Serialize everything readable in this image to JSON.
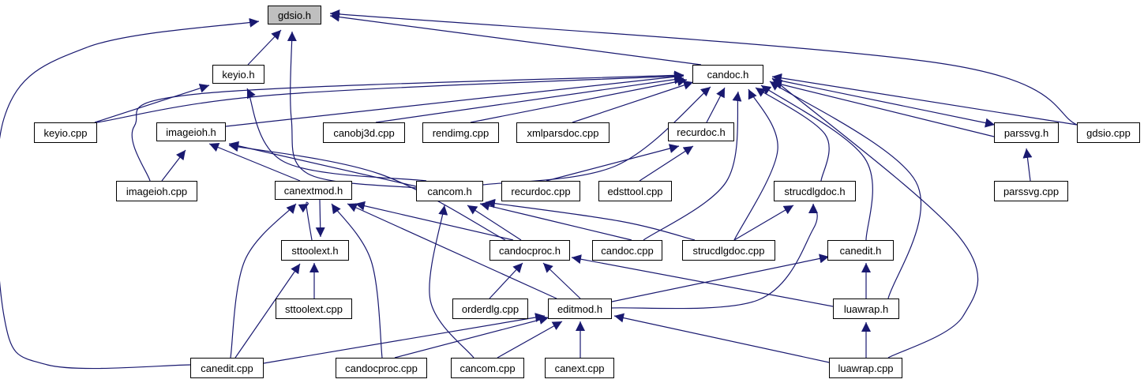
{
  "diagram": {
    "type": "include-dependency-graph",
    "edge_color": "#191970",
    "focus_fill": "#bfbfbf",
    "nodes": [
      {
        "id": "gdsio_h",
        "label": "gdsio.h",
        "focus": true
      },
      {
        "id": "keyio_h",
        "label": "keyio.h"
      },
      {
        "id": "candoc_h",
        "label": "candoc.h"
      },
      {
        "id": "keyio_cpp",
        "label": "keyio.cpp"
      },
      {
        "id": "imageioh_h",
        "label": "imageioh.h"
      },
      {
        "id": "canobj3d_cpp",
        "label": "canobj3d.cpp"
      },
      {
        "id": "rendimg_cpp",
        "label": "rendimg.cpp"
      },
      {
        "id": "xmlparsdoc_cpp",
        "label": "xmlparsdoc.cpp"
      },
      {
        "id": "recurdoc_h",
        "label": "recurdoc.h"
      },
      {
        "id": "parssvg_h",
        "label": "parssvg.h"
      },
      {
        "id": "gdsio_cpp",
        "label": "gdsio.cpp"
      },
      {
        "id": "imageioh_cpp",
        "label": "imageioh.cpp"
      },
      {
        "id": "canextmod_h",
        "label": "canextmod.h"
      },
      {
        "id": "cancom_h",
        "label": "cancom.h"
      },
      {
        "id": "recurdoc_cpp",
        "label": "recurdoc.cpp"
      },
      {
        "id": "edsttool_cpp",
        "label": "edsttool.cpp"
      },
      {
        "id": "strucdlgdoc_h",
        "label": "strucdlgdoc.h"
      },
      {
        "id": "parssvg_cpp",
        "label": "parssvg.cpp"
      },
      {
        "id": "sttoolext_h",
        "label": "sttoolext.h"
      },
      {
        "id": "candocproc_h",
        "label": "candocproc.h"
      },
      {
        "id": "candoc_cpp",
        "label": "candoc.cpp"
      },
      {
        "id": "strucdlgdoc_cpp",
        "label": "strucdlgdoc.cpp"
      },
      {
        "id": "canedit_h",
        "label": "canedit.h"
      },
      {
        "id": "sttoolext_cpp",
        "label": "sttoolext.cpp"
      },
      {
        "id": "orderdlg_cpp",
        "label": "orderdlg.cpp"
      },
      {
        "id": "editmod_h",
        "label": "editmod.h"
      },
      {
        "id": "luawrap_h",
        "label": "luawrap.h"
      },
      {
        "id": "canedit_cpp",
        "label": "canedit.cpp"
      },
      {
        "id": "candocproc_cpp",
        "label": "candocproc.cpp"
      },
      {
        "id": "cancom_cpp",
        "label": "cancom.cpp"
      },
      {
        "id": "canext_cpp",
        "label": "canext.cpp"
      },
      {
        "id": "luawrap_cpp",
        "label": "luawrap.cpp"
      }
    ],
    "edges": [
      [
        "keyio_h",
        "gdsio_h"
      ],
      [
        "candoc_h",
        "gdsio_h"
      ],
      [
        "gdsio_cpp",
        "gdsio_h"
      ],
      [
        "cancom_h",
        "gdsio_h"
      ],
      [
        "canedit_cpp",
        "gdsio_h"
      ],
      [
        "keyio_cpp",
        "keyio_h"
      ],
      [
        "cancom_h",
        "keyio_h"
      ],
      [
        "keyio_cpp",
        "candoc_h"
      ],
      [
        "imageioh_h",
        "candoc_h"
      ],
      [
        "canobj3d_cpp",
        "candoc_h"
      ],
      [
        "rendimg_cpp",
        "candoc_h"
      ],
      [
        "xmlparsdoc_cpp",
        "candoc_h"
      ],
      [
        "recurdoc_h",
        "candoc_h"
      ],
      [
        "parssvg_h",
        "candoc_h"
      ],
      [
        "gdsio_cpp",
        "candoc_h"
      ],
      [
        "imageioh_cpp",
        "candoc_h"
      ],
      [
        "cancom_h",
        "candoc_h"
      ],
      [
        "candoc_cpp",
        "candoc_h"
      ],
      [
        "strucdlgdoc_h",
        "candoc_h"
      ],
      [
        "strucdlgdoc_cpp",
        "candoc_h"
      ],
      [
        "canedit_h",
        "candoc_h"
      ],
      [
        "luawrap_h",
        "candoc_h"
      ],
      [
        "luawrap_cpp",
        "candoc_h"
      ],
      [
        "candoc_h",
        "parssvg_h"
      ],
      [
        "imageioh_cpp",
        "imageioh_h"
      ],
      [
        "canextmod_h",
        "imageioh_h"
      ],
      [
        "cancom_h",
        "imageioh_h"
      ],
      [
        "candocproc_h",
        "imageioh_h"
      ],
      [
        "recurdoc_cpp",
        "recurdoc_h"
      ],
      [
        "edsttool_cpp",
        "recurdoc_h"
      ],
      [
        "parssvg_cpp",
        "parssvg_h"
      ],
      [
        "sttoolext_h",
        "canextmod_h"
      ],
      [
        "canextmod_h",
        "sttoolext_h"
      ],
      [
        "candocproc_h",
        "canextmod_h"
      ],
      [
        "editmod_h",
        "canextmod_h"
      ],
      [
        "canedit_cpp",
        "canextmod_h"
      ],
      [
        "candocproc_cpp",
        "canextmod_h"
      ],
      [
        "candocproc_h",
        "cancom_h"
      ],
      [
        "candoc_cpp",
        "cancom_h"
      ],
      [
        "strucdlgdoc_cpp",
        "cancom_h"
      ],
      [
        "cancom_cpp",
        "cancom_h"
      ],
      [
        "strucdlgdoc_cpp",
        "strucdlgdoc_h"
      ],
      [
        "editmod_h",
        "strucdlgdoc_h"
      ],
      [
        "sttoolext_cpp",
        "sttoolext_h"
      ],
      [
        "canedit_cpp",
        "sttoolext_h"
      ],
      [
        "orderdlg_cpp",
        "candocproc_h"
      ],
      [
        "editmod_h",
        "candocproc_h"
      ],
      [
        "luawrap_h",
        "candocproc_h"
      ],
      [
        "editmod_h",
        "canedit_h"
      ],
      [
        "luawrap_h",
        "canedit_h"
      ],
      [
        "canedit_cpp",
        "editmod_h"
      ],
      [
        "candocproc_cpp",
        "editmod_h"
      ],
      [
        "cancom_cpp",
        "editmod_h"
      ],
      [
        "canext_cpp",
        "editmod_h"
      ],
      [
        "luawrap_cpp",
        "editmod_h"
      ],
      [
        "luawrap_cpp",
        "luawrap_h"
      ]
    ]
  }
}
